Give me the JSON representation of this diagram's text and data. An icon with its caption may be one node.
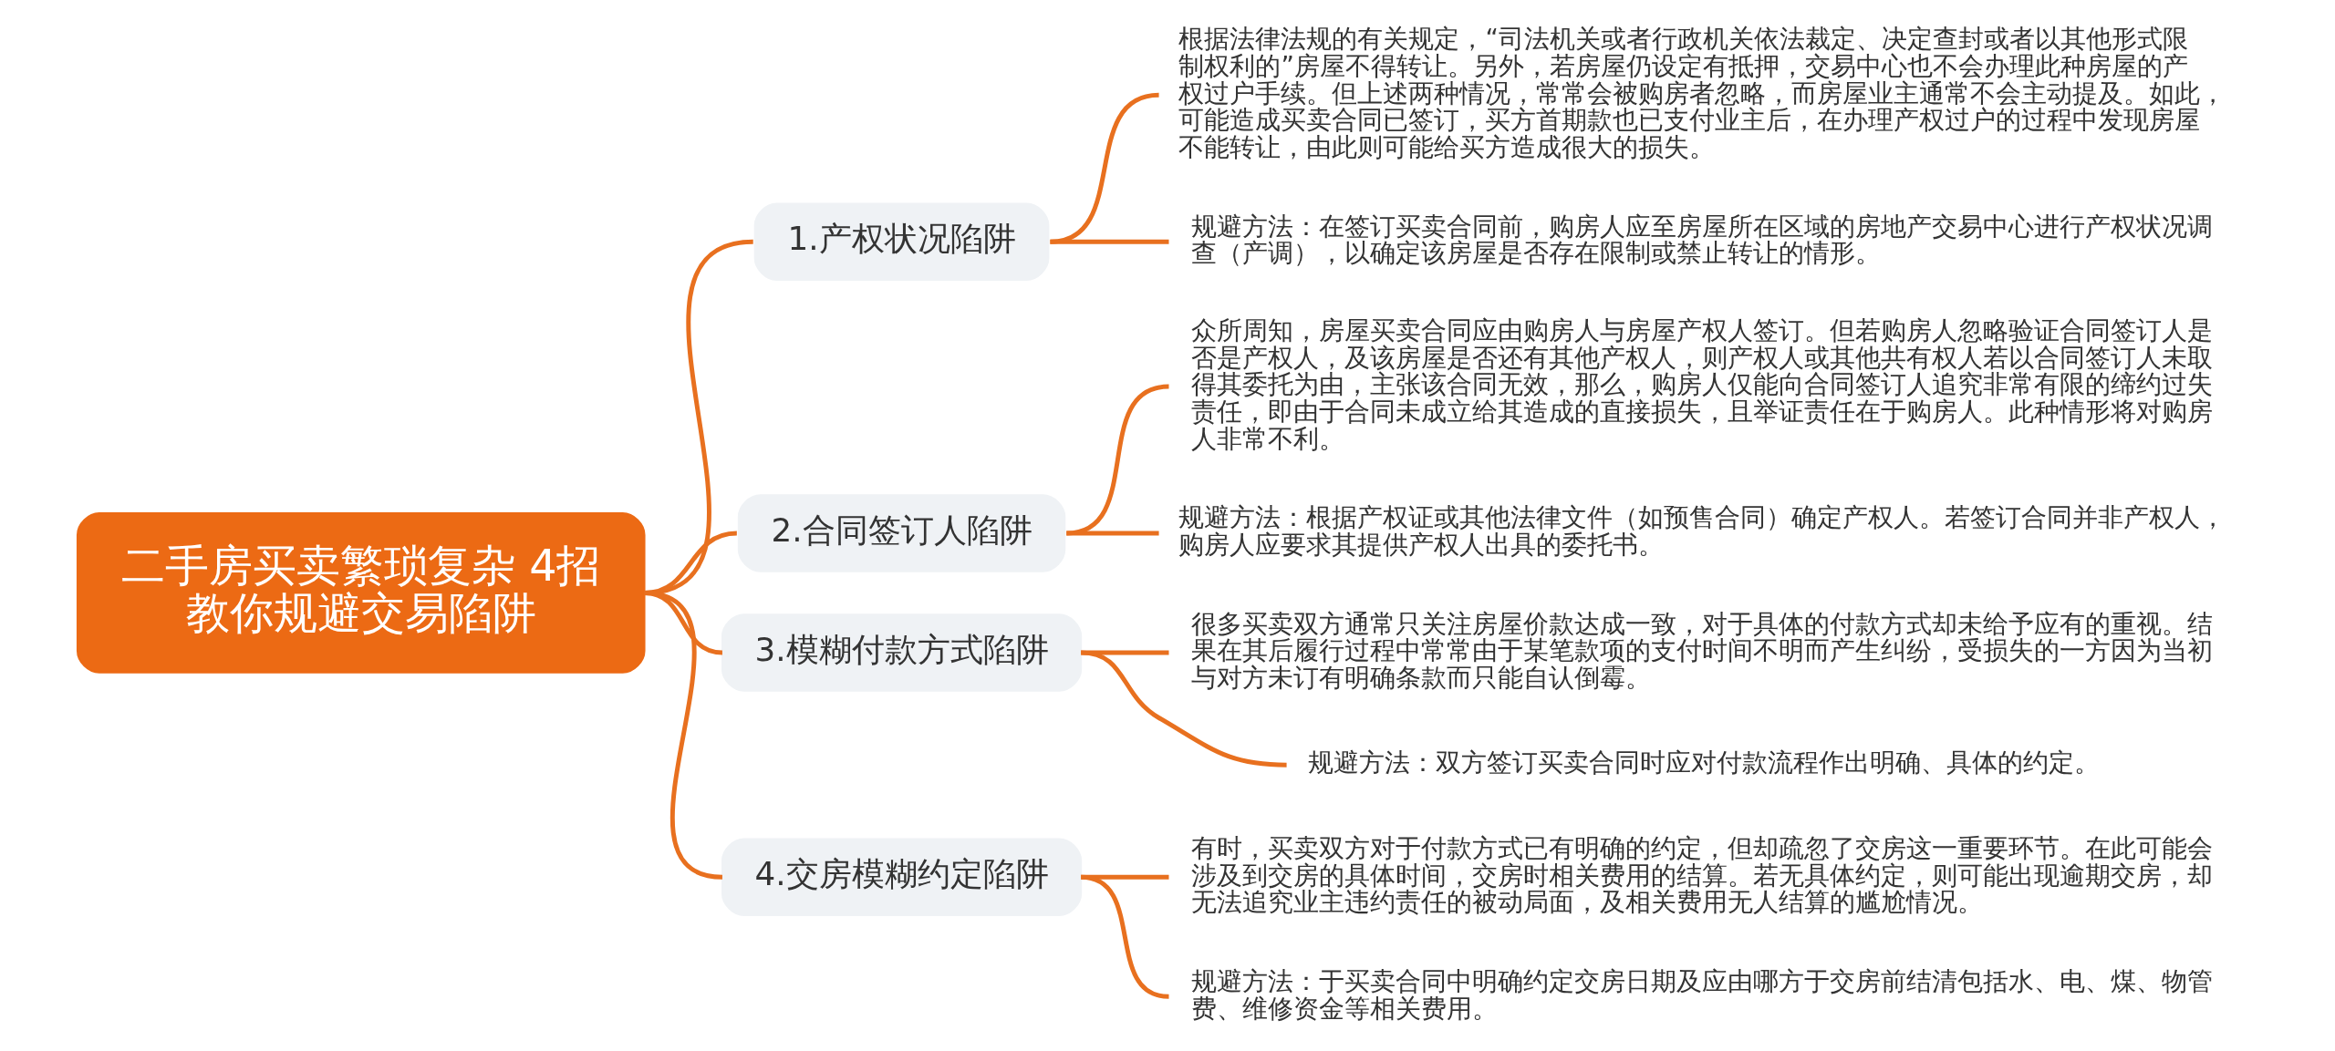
{
  "diagram": {
    "nodes": [
      {
        "text": [
          "二手房买卖繁琐复杂 4招教你规避交易陷阱"
        ]
      },
      {
        "text": [
          "1.产权状况陷阱"
        ]
      },
      {
        "text": [
          "根据法律法规的有关规定，“司法机关或者行政机关依法裁定、决定查封或者以其他形式限制权利的”房屋不得转让。另外，若房屋仍设定有抵押，交易中心也不会办理此种房屋的产权过户手续。但上述两种情况，常常会被购房者忽略，而房屋业主通常不会主动提及。如此，可能造成买卖合同已签订，买方首期款也已支付业主后，在办理产权过户的过程中发现房屋不能转让，由此则可能给买方造成很大的损失。"
        ]
      },
      {
        "text": [
          "规避方法：在签订买卖合同前，购房人应至房屋所在区域的房地产交易中心进行产权状况调查（产调），以确定该房屋是否存在限制或禁止转让的情形。"
        ]
      },
      {
        "text": [
          "2.合同签订人陷阱"
        ]
      },
      {
        "text": [
          "众所周知，房屋买卖合同应由购房人与房屋产权人签订。但若购房人忽略验证合同签订人是否是产权人，及该房屋是否还有其他产权人，则产权人或其他共有权人若以合同签订人未取得其委托为由，主张该合同无效，那么，购房人仅能向合同签订人追究非常有限的缔约过失责任，即由于合同未成立给其造成的直接损失，且举证责任在于购房人。此种情形将对购房人非常不利。"
        ]
      },
      {
        "text": [
          "规避方法：根据产权证或其他法律文件（如预售合同）确定产权人。若签订合同并非产权人，购房人应要求其提供产权人出具的委托书。"
        ]
      },
      {
        "text": [
          "3.模糊付款方式陷阱"
        ]
      },
      {
        "text": [
          "很多买卖双方通常只关注房屋价款达成一致，对于具体的付款方式却未给予应有的重视。结果在其后履行过程中常常由于某笔款项的支付时间不明而产生纠纷，受损失的一方因为当初与对方未订有明确条款而只能自认倒霉。"
        ]
      },
      {
        "text": [
          "规避方法：双方签订买卖合同时应对付款流程作出明确、具体的约定。"
        ]
      },
      {
        "text": [
          "4.交房模糊约定陷阱"
        ]
      },
      {
        "text": [
          "有时，买卖双方对于付款方式已有明确的约定，但却疏忽了交房这一重要环节。在此可能会涉及到交房的具体时间，交房时相关费用的结算。若无具体约定，则可能出现逾期交房，却无法追究业主违约责任的被动局面，及相关费用无人结算的尴尬情况。"
        ]
      },
      {
        "text": [
          "规避方法：于买卖合同中明确约定交房日期及应由哪方于交房前结清包括水、电、煤、物管费、维修资金等相关费用。"
        ]
      }
    ],
    "edges": [
      {
        "from": 0,
        "to": 1,
        "arrow": "none"
      },
      {
        "from": 1,
        "to": 2,
        "arrow": "none"
      },
      {
        "from": 1,
        "to": 3,
        "arrow": "none"
      },
      {
        "from": 0,
        "to": 4,
        "arrow": "none"
      },
      {
        "from": 4,
        "to": 5,
        "arrow": "none"
      },
      {
        "from": 4,
        "to": 6,
        "arrow": "none"
      },
      {
        "from": 0,
        "to": 7,
        "arrow": "none"
      },
      {
        "from": 7,
        "to": 8,
        "arrow": "none"
      },
      {
        "from": 7,
        "to": 9,
        "arrow": "none"
      },
      {
        "from": 0,
        "to": 10,
        "arrow": "none"
      },
      {
        "from": 10,
        "to": 11,
        "arrow": "none"
      },
      {
        "from": 10,
        "to": 12,
        "arrow": "none"
      }
    ]
  }
}
